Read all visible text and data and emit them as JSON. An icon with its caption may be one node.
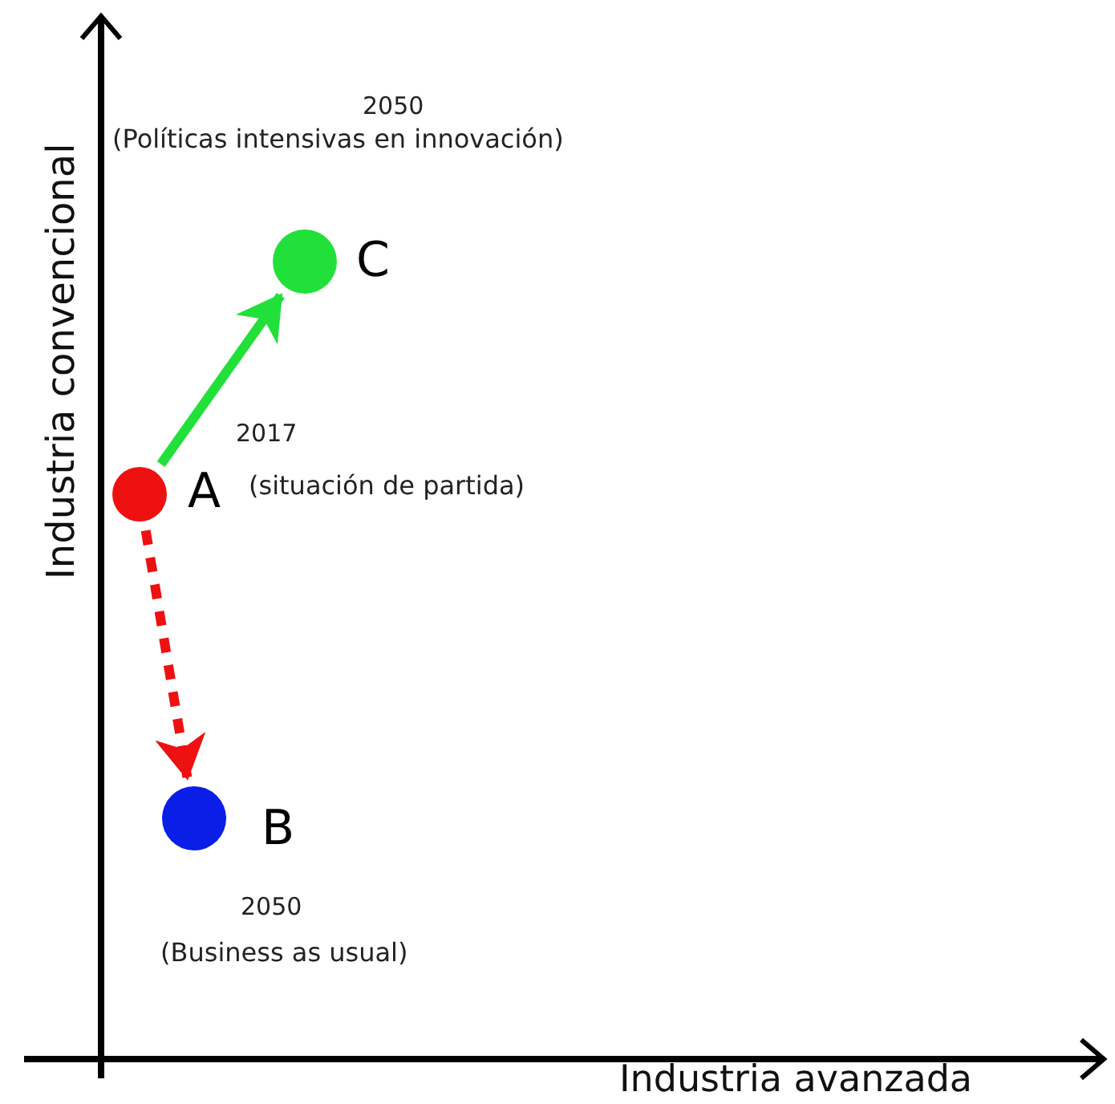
{
  "diagram": {
    "nodes": [
      {
        "text": [],
        "shape": "circle",
        "beside": [
          "C",
          "2050",
          "(Políticas intensivas en innovación)"
        ]
      },
      {
        "text": [],
        "shape": "circle",
        "beside": [
          "A",
          "2017",
          "(situación de partida)"
        ]
      },
      {
        "text": [],
        "shape": "circle",
        "beside": [
          "B",
          "2050",
          "(Business as usual)"
        ]
      }
    ],
    "edges": [
      {
        "from": 1,
        "to": 0,
        "arrow": "to",
        "color": "#22e03a"
      },
      {
        "from": 1,
        "to": 2,
        "arrow": "to",
        "style": "dashed",
        "color": "#ee1111"
      }
    ],
    "labels": [
      "Industria convencional",
      "Industria avanzada"
    ]
  }
}
